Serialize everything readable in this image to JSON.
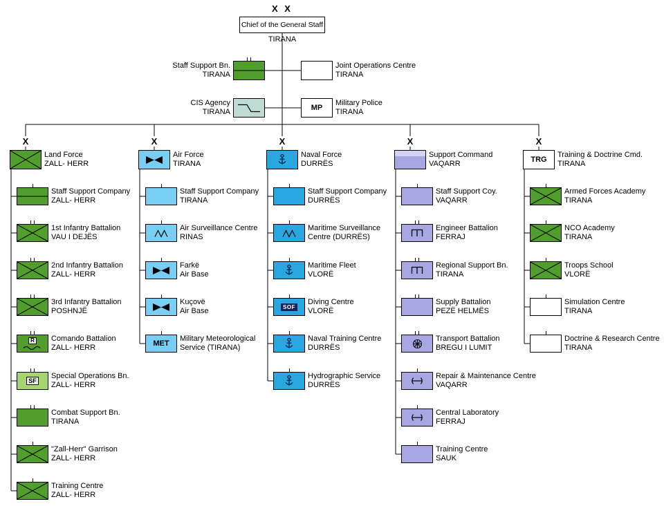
{
  "root": {
    "echelon": "X X",
    "name": "Chief of the General Staff",
    "loc": "TIRANA"
  },
  "staff_units": [
    {
      "lines": [
        "Staff Support Bn.",
        "TIRANA"
      ],
      "color": "green",
      "symbol": "bar",
      "echelon": "II"
    },
    {
      "lines": [
        "Joint Operations Centre",
        "TIRANA"
      ],
      "color": "white",
      "symbol": "plain",
      "echelon": ""
    },
    {
      "lines": [
        "CIS Agency",
        "TIRANA"
      ],
      "color": "teal",
      "symbol": "zigzag",
      "echelon": ""
    },
    {
      "lines": [
        "Military Police",
        "TIRANA"
      ],
      "color": "white",
      "symbol": "MP",
      "echelon": ""
    }
  ],
  "branches": [
    {
      "echelon": "X",
      "lines": [
        "Land Force",
        "ZALL- HERR"
      ],
      "color": "green",
      "symbol": "x",
      "units": [
        {
          "lines": [
            "Staff Support Company",
            "ZALL- HERR"
          ],
          "symbol": "bar",
          "echelon": "I"
        },
        {
          "lines": [
            "1st Infantry Battalion",
            "VAU I DEJËS"
          ],
          "symbol": "x",
          "echelon": "II"
        },
        {
          "lines": [
            "2nd Infantry Battalion",
            "ZALL- HERR"
          ],
          "symbol": "x",
          "echelon": "II"
        },
        {
          "lines": [
            "3rd Infantry Battalion",
            "POSHNJË"
          ],
          "symbol": "x",
          "echelon": "II"
        },
        {
          "lines": [
            "Comando Battalion",
            "ZALL- HERR"
          ],
          "symbol": "commando",
          "symbol_text": "R",
          "echelon": "II"
        },
        {
          "lines": [
            "Special Operations Bn.",
            "ZALL- HERR"
          ],
          "symbol": "SF",
          "echelon": "II",
          "color": "green_light"
        },
        {
          "lines": [
            "Combat Support Bn.",
            "TIRANA"
          ],
          "symbol": "plain",
          "echelon": "II"
        },
        {
          "lines": [
            "\"Zall-Herr\" Garrison",
            "ZALL- HERR"
          ],
          "symbol": "x",
          "echelon": "I"
        },
        {
          "lines": [
            "Training Centre",
            "ZALL- HERR"
          ],
          "symbol": "x",
          "echelon": "I"
        }
      ]
    },
    {
      "echelon": "X",
      "lines": [
        "Air Force",
        "TIRANA"
      ],
      "color": "blue_light",
      "symbol": "bowtie",
      "units": [
        {
          "lines": [
            "Staff Support Company",
            "TIRANA"
          ],
          "symbol": "plain",
          "echelon": "I"
        },
        {
          "lines": [
            "Air Surveillance Centre",
            "RINAS"
          ],
          "symbol": "radar",
          "echelon": "I"
        },
        {
          "lines": [
            "Farkë",
            "Air Base"
          ],
          "symbol": "bowtie",
          "echelon": "I"
        },
        {
          "lines": [
            "Kuçovë",
            "Air Base"
          ],
          "symbol": "bowtie",
          "echelon": "I"
        },
        {
          "lines": [
            "Military Meteorological",
            "Service (TIRANA)"
          ],
          "symbol": "MET",
          "echelon": "I"
        }
      ]
    },
    {
      "echelon": "X",
      "lines": [
        "Naval Force",
        "DURRËS"
      ],
      "color": "blue",
      "symbol": "anchor",
      "units": [
        {
          "lines": [
            "Staff Support Company",
            "DURRËS"
          ],
          "symbol": "plain",
          "echelon": "I"
        },
        {
          "lines": [
            "Maritime Surveillance",
            "Centre (DURRËS)"
          ],
          "symbol": "radar",
          "echelon": "I"
        },
        {
          "lines": [
            "Maritime Fleet",
            "VLORË"
          ],
          "symbol": "anchor",
          "echelon": "I"
        },
        {
          "lines": [
            "Diving Centre",
            "VLORË"
          ],
          "symbol": "SOF",
          "echelon": "I"
        },
        {
          "lines": [
            "Naval Training Centre",
            "DURRËS"
          ],
          "symbol": "anchor",
          "echelon": "I"
        },
        {
          "lines": [
            "Hydrographic Service",
            "DURRËS"
          ],
          "symbol": "anchor",
          "echelon": "I"
        }
      ]
    },
    {
      "echelon": "X",
      "lines": [
        "Support Command",
        "VAQARR"
      ],
      "color": "purple",
      "symbol": "hq",
      "units": [
        {
          "lines": [
            "Staff Support Coy.",
            "VAQARR"
          ],
          "symbol": "plain",
          "echelon": "I"
        },
        {
          "lines": [
            "Engineer Battalion",
            "FERRAJ"
          ],
          "symbol": "engineer",
          "echelon": "II"
        },
        {
          "lines": [
            "Regional Support Bn.",
            "TIRANA"
          ],
          "symbol": "engineer",
          "echelon": "II"
        },
        {
          "lines": [
            "Supply Battalion",
            "PEZË HELMËS"
          ],
          "symbol": "plain",
          "echelon": "II"
        },
        {
          "lines": [
            "Transport Battalion",
            "BREGU I LUMIT"
          ],
          "symbol": "wheel",
          "echelon": "II"
        },
        {
          "lines": [
            "Repair & Maintenance Centre",
            "VAQARR"
          ],
          "symbol": "maint",
          "echelon": "I"
        },
        {
          "lines": [
            "Central Laboratory",
            "FERRAJ"
          ],
          "symbol": "maint",
          "echelon": "I"
        },
        {
          "lines": [
            "Training Centre",
            "SAUK"
          ],
          "symbol": "plain",
          "echelon": "I"
        }
      ]
    },
    {
      "echelon": "X",
      "lines": [
        "Training & Doctrine Cmd.",
        "TIRANA"
      ],
      "color": "white",
      "symbol": "TRG",
      "units": [
        {
          "lines": [
            "Armed Forces Academy",
            "TIRANA"
          ],
          "symbol": "x",
          "echelon": "I",
          "color": "green"
        },
        {
          "lines": [
            "NCO Academy",
            "TIRANA"
          ],
          "symbol": "x",
          "echelon": "I",
          "color": "green"
        },
        {
          "lines": [
            "Troops School",
            "VLORË"
          ],
          "symbol": "x",
          "echelon": "I",
          "color": "green"
        },
        {
          "lines": [
            "Simulation Centre",
            "TIRANA"
          ],
          "symbol": "plain",
          "echelon": "I",
          "color": "white"
        },
        {
          "lines": [
            "Doctrine & Research Centre",
            "TIRANA"
          ],
          "symbol": "plain",
          "echelon": "I",
          "color": "white"
        }
      ]
    }
  ],
  "colors": {
    "green": "#519e2d",
    "green_light": "#a6d46f",
    "blue_light": "#79cef3",
    "blue": "#2aa7e0",
    "purple": "#a9a7e3",
    "teal": "#bcdcd4",
    "white": "#ffffff",
    "line": "#000000",
    "sof_bg": "#16235a"
  }
}
